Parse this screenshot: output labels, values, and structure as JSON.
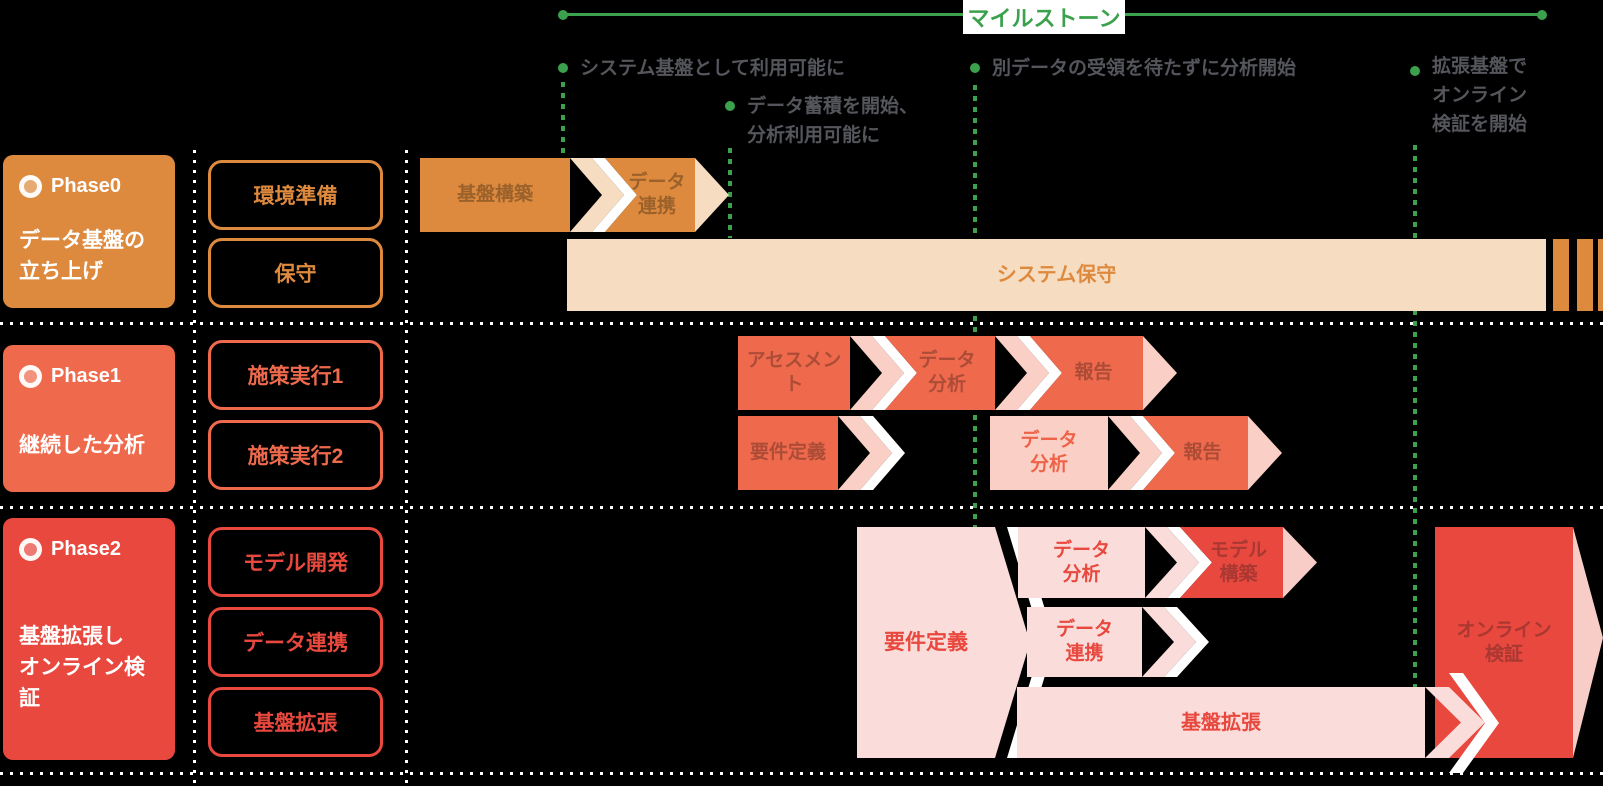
{
  "colors": {
    "green": "#3BA14C",
    "orange": "#DE8A3E",
    "peach": "#F6DCC1",
    "coral": "#EF6A4C",
    "pink": "#FACFC5",
    "red": "#E8483D",
    "light_pink": "#FADCDA",
    "note_gray": "#54565C"
  },
  "milestone_header": {
    "label": "マイルストーン"
  },
  "milestones": [
    {
      "lines": [
        "システム基盤として利用可能に"
      ]
    },
    {
      "lines": [
        "データ蓄積を開始、",
        "分析利用可能に"
      ]
    },
    {
      "lines": [
        "別データの受領を待たずに分析開始"
      ]
    },
    {
      "lines": [
        "拡張基盤で",
        "オンライン",
        "検証を開始"
      ]
    }
  ],
  "phases": [
    {
      "name": "Phase0",
      "title": [
        "データ基盤の",
        "立ち上げ"
      ],
      "tasks": [
        "環境準備",
        "保守"
      ]
    },
    {
      "name": "Phase1",
      "title": [
        "継続した分析"
      ],
      "tasks": [
        "施策実行1",
        "施策実行2"
      ]
    },
    {
      "name": "Phase2",
      "title": [
        "基盤拡張し",
        "オンライン検証"
      ],
      "tasks": [
        "モデル開発",
        "データ連携",
        "基盤拡張"
      ]
    }
  ],
  "gantt": {
    "p0r1": {
      "bar1": "基盤構築",
      "bar2": [
        "データ",
        "連携"
      ]
    },
    "p0r2": {
      "maintenance": "システム保守"
    },
    "p1r1": {
      "bar1": "アセスメント",
      "bar2": [
        "データ",
        "分析"
      ],
      "bar3": "報告"
    },
    "p1r2": {
      "bar1": "要件定義",
      "bar2": [
        "データ",
        "分析"
      ],
      "bar3": "報告"
    },
    "p2": {
      "requirements": "要件定義",
      "online": [
        "オンライン",
        "検証"
      ]
    },
    "p2r1": {
      "bar1": [
        "データ",
        "分析"
      ],
      "bar2": [
        "モデル",
        "構築"
      ]
    },
    "p2r2": {
      "bar1": [
        "データ",
        "連携"
      ]
    },
    "p2r3": {
      "bar1": "基盤拡張"
    }
  }
}
